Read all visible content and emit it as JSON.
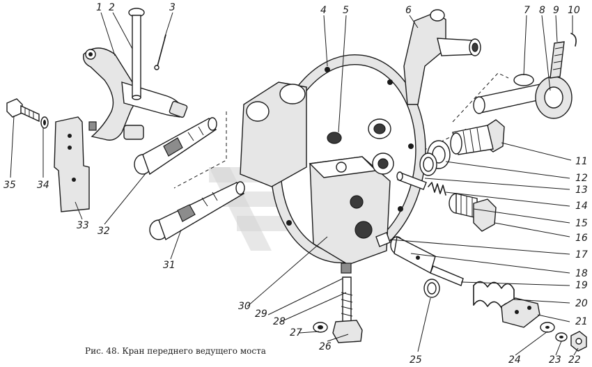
{
  "caption": "Рис. 48. Кран переднего ведущего моста",
  "callouts": [
    "1",
    "2",
    "3",
    "4",
    "5",
    "6",
    "7",
    "8",
    "9",
    "10",
    "11",
    "12",
    "13",
    "14",
    "15",
    "16",
    "17",
    "18",
    "19",
    "20",
    "21",
    "22",
    "23",
    "24",
    "25",
    "26",
    "27",
    "28",
    "29",
    "30",
    "31",
    "32",
    "33",
    "34",
    "35"
  ]
}
